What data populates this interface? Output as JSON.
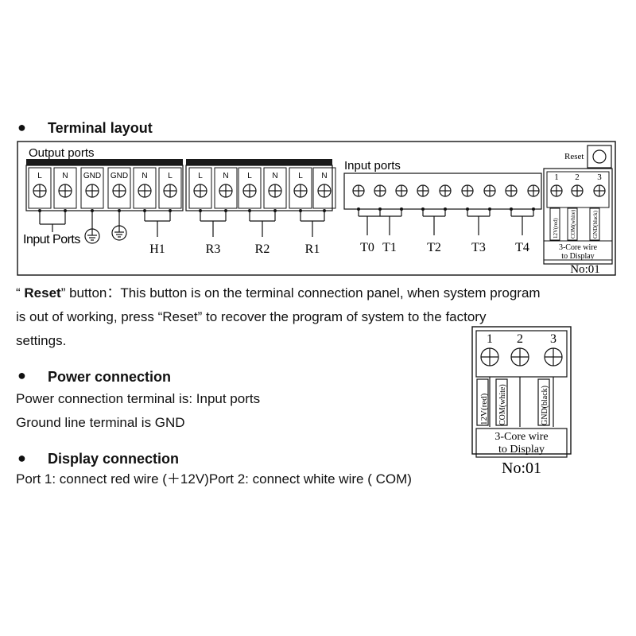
{
  "sections": {
    "terminal_layout": {
      "title": "Terminal layout"
    },
    "power_connection": {
      "title": "Power connection",
      "line1": "Power connection terminal is: Input ports",
      "line2": "Ground line terminal is GND"
    },
    "display_connection": {
      "title": "Display connection",
      "line1": "Port 1: connect red wire (＋12V)Port 2: connect white wire ( COM)"
    }
  },
  "bullet_glyph": "●",
  "reset_paragraph": {
    "open_quote": "“ ",
    "bold_word": "Reset",
    "line1_rest": "” button：This button is on the terminal connection panel, when system program",
    "line2": "is out of working, press “Reset” to recover the program of system to the factory",
    "line3": "settings."
  },
  "diagram": {
    "output_ports_label": "Output ports",
    "input_ports_label": "Input ports",
    "reset_label": "Reset",
    "group_a_terminals": [
      "L",
      "N",
      "GND",
      "GND",
      "N",
      "L"
    ],
    "group_b_terminals": [
      "L",
      "N",
      "L",
      "N",
      "L",
      "N"
    ],
    "display_terminals": [
      "1",
      "2",
      "3"
    ],
    "input_ports_bottom_label": "Input Ports",
    "relay_labels": [
      "H1",
      "R3",
      "R2",
      "R1"
    ],
    "sensor_labels": [
      "T0",
      "T1",
      "T2",
      "T3",
      "T4"
    ],
    "wire_labels": [
      "12V(red)",
      "COM(white)",
      "GND(black)"
    ],
    "cable_label_line1": "3-Core wire",
    "cable_label_line2": "to Display",
    "number_label": "No:01"
  },
  "colors": {
    "background": "#ffffff",
    "ink": "#111111",
    "terminal_bar": "#1a1a1a"
  }
}
